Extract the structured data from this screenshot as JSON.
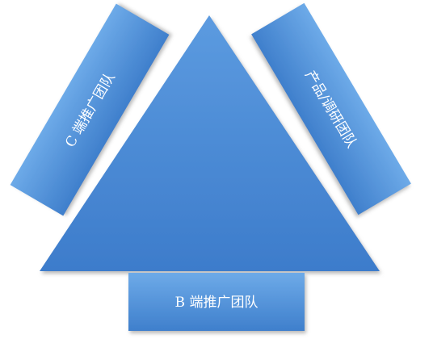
{
  "diagram": {
    "colors": {
      "fill_light": "#6aa8e6",
      "fill_dark": "#3f7fcc",
      "shadow": "#9a9a9a",
      "text": "#ffffff"
    },
    "center_shape": "triangle",
    "blocks": [
      {
        "id": "left",
        "label": "C 端推广团队"
      },
      {
        "id": "right",
        "label": "产品/调研团队"
      },
      {
        "id": "bottom",
        "label": "B 端推广团队"
      }
    ]
  }
}
